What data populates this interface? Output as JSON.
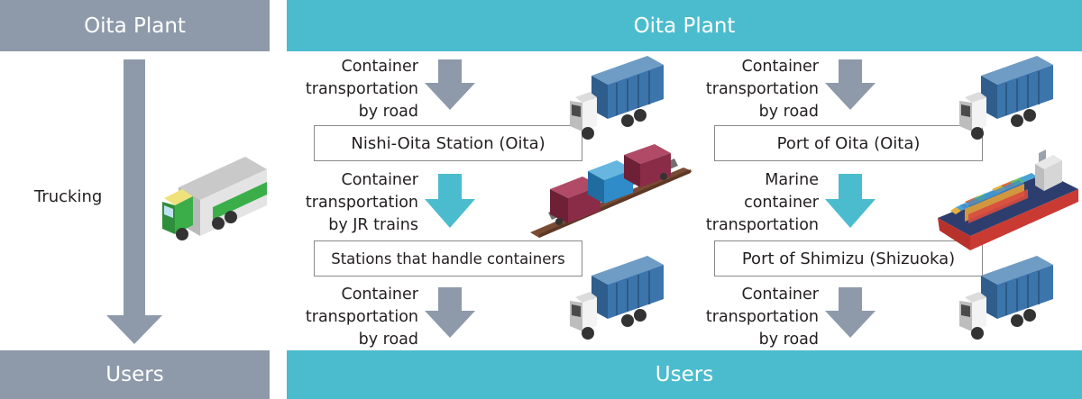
{
  "left": {
    "header": "Oita Plant",
    "footer": "Users",
    "label": "Trucking"
  },
  "right": {
    "header": "Oita Plant",
    "footer": "Users",
    "rail": {
      "step1": [
        "Container",
        "transportation",
        "by road"
      ],
      "station": "Nishi-Oita Station (Oita)",
      "step2": [
        "Container",
        "transportation",
        "by JR trains"
      ],
      "destination": "Stations that handle containers",
      "step3": [
        "Container",
        "transportation",
        "by road"
      ]
    },
    "sea": {
      "step1": [
        "Container",
        "transportation",
        "by road"
      ],
      "port": "Port of Oita (Oita)",
      "step2": [
        "Marine",
        "container",
        "transportation"
      ],
      "destination": "Port of Shimizu (Shizuoka)",
      "step3": [
        "Container",
        "transportation",
        "by road"
      ]
    }
  },
  "colors": {
    "gray_header": "#8e9aaa",
    "teal_header": "#4bbccd",
    "gray_arrow": "#8e9aaa",
    "teal_arrow": "#4bbccd"
  },
  "icons": [
    "green-truck-icon",
    "container-truck-icon",
    "freight-train-icon",
    "container-ship-icon"
  ]
}
